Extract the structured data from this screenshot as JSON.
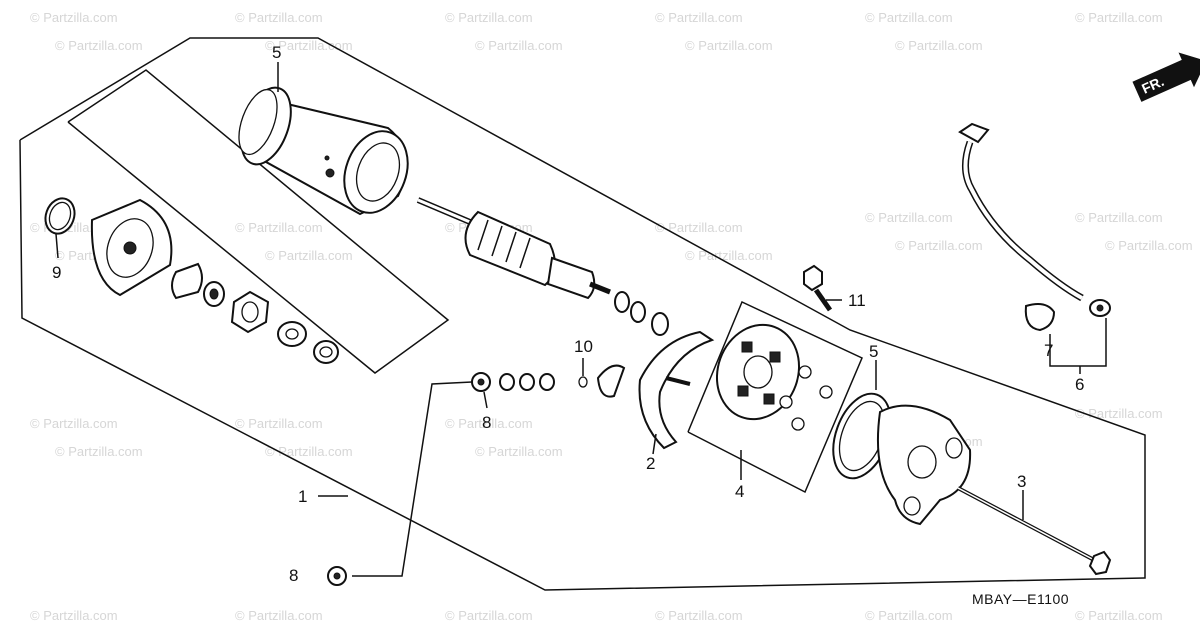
{
  "diagram": {
    "code": "MBAY—E1100",
    "direction_label": "FR.",
    "watermark": "© Partzilla.com",
    "callouts": {
      "c1": "1",
      "c2": "2",
      "c3": "3",
      "c4": "4",
      "c5a": "5",
      "c5b": "5",
      "c6": "6",
      "c7": "7",
      "c8a": "8",
      "c8b": "8",
      "c9": "9",
      "c10": "10",
      "c11": "11"
    }
  },
  "colors": {
    "ink": "#111111",
    "watermark": "#d6d6d6",
    "background": "#ffffff"
  }
}
